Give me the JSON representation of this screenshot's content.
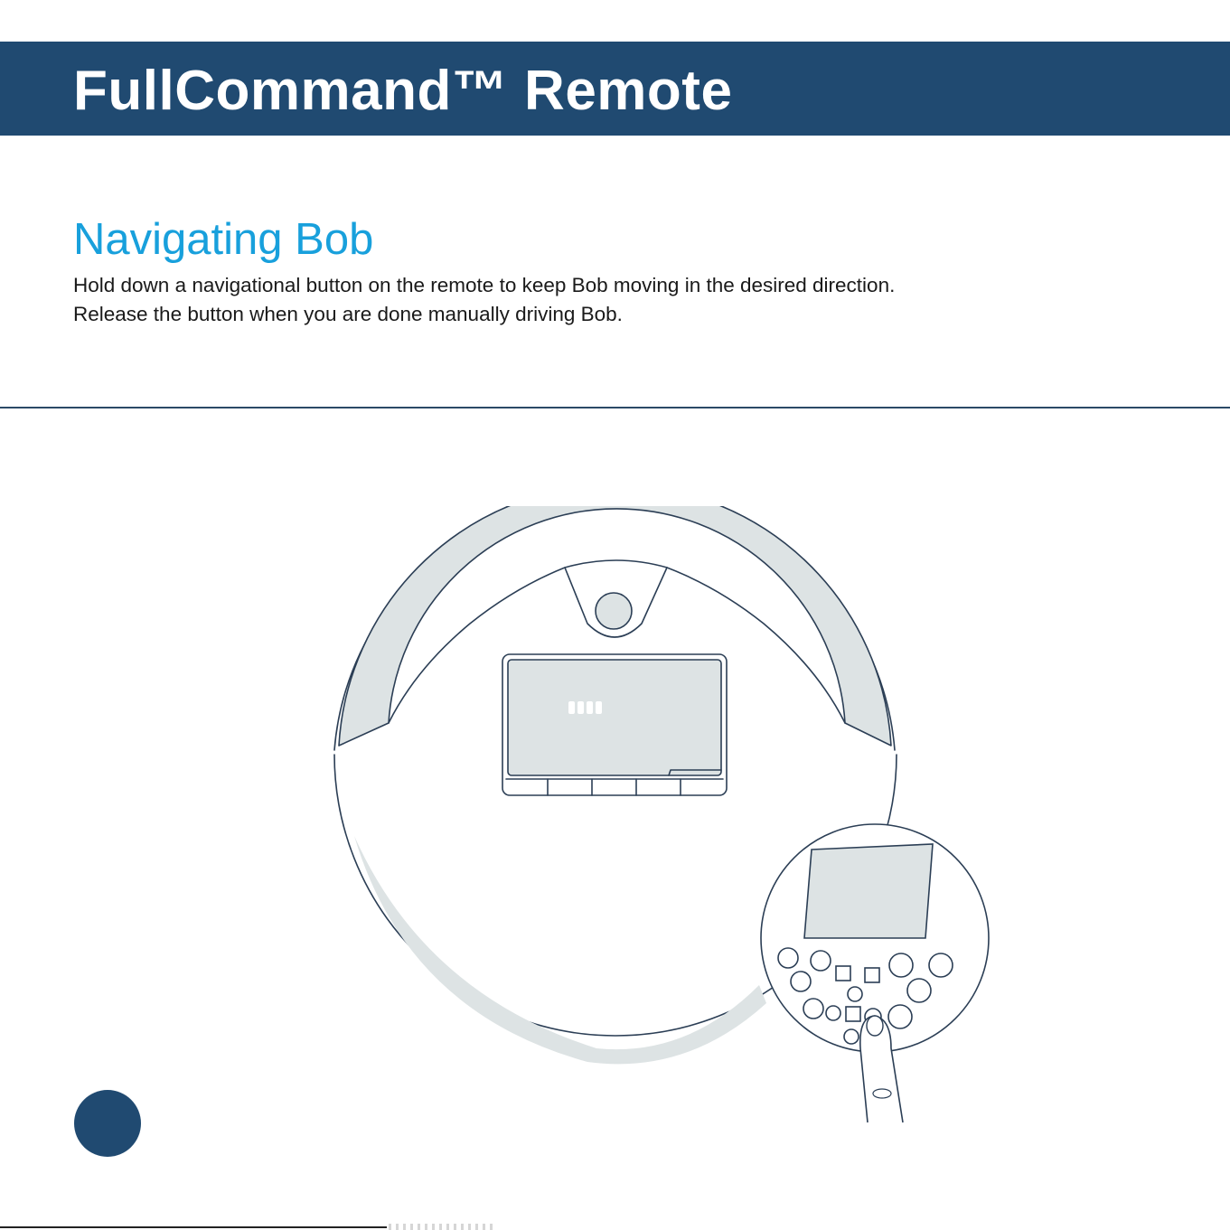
{
  "header": {
    "title": "FullCommand™ Remote",
    "band_color": "#204a71"
  },
  "section": {
    "heading": "Navigating Bob",
    "heading_color": "#18a0dc",
    "lines": [
      "Hold down a navigational button on the remote to keep Bob moving in the desired direction.",
      "Release the button when you are done manually driving Bob."
    ]
  },
  "illustration": {
    "subject": "robot-vacuum-top-view",
    "inset": "remote-control-held-by-finger",
    "outline_color": "#2b3e55",
    "fill_color": "#dde3e4"
  },
  "page_marker": {
    "color": "#204a71"
  }
}
